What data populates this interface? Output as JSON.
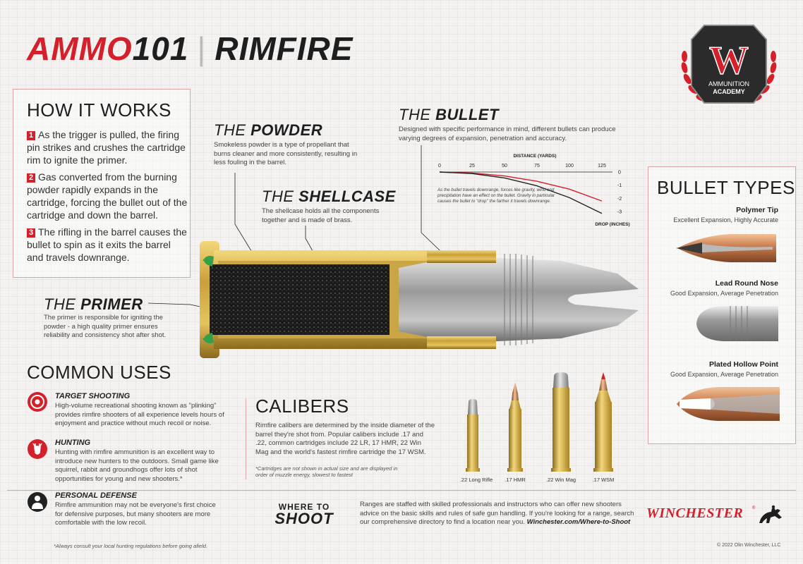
{
  "title": {
    "part1": "AMMO",
    "part2": "101",
    "sep": "|",
    "part3": "RIMFIRE"
  },
  "badge": {
    "letter": "W",
    "line1": "AMMUNITION",
    "line2": "ACADEMY"
  },
  "how_it_works": {
    "title": "HOW IT WORKS",
    "steps": [
      {
        "num": "1",
        "text": "As the trigger is pulled, the firing pin strikes and crushes the cartridge rim to ignite the primer."
      },
      {
        "num": "2",
        "text": "Gas converted from the burning powder rapidly expands in the cartridge, forcing the bullet out of the cartridge and down the barrel."
      },
      {
        "num": "3",
        "text": "The rifling in the barrel causes the bullet to spin as it exits the barrel and travels downrange."
      }
    ]
  },
  "parts": {
    "the_label": "THE",
    "powder": {
      "name": "POWDER",
      "desc": "Smokeless powder is a type of propellant that burns cleaner and more consistently, resulting in less fouling in the barrel."
    },
    "shellcase": {
      "name": "SHELLCASE",
      "desc": "The shellcase holds all the components together and is made of brass."
    },
    "bullet": {
      "name": "BULLET",
      "desc": "Designed with specific performance in mind, different bullets can produce varying degrees of expansion, penetration and accuracy."
    },
    "primer": {
      "name": "PRIMER",
      "desc": "The primer is responsible for igniting the powder - a high quality primer ensures reliability and consistency shot after shot."
    }
  },
  "chart_data": {
    "type": "line",
    "title": "",
    "xlabel": "DISTANCE (YARDS)",
    "ylabel": "DROP (INCHES)",
    "x_ticks": [
      0,
      25,
      50,
      75,
      100,
      125
    ],
    "y_ticks": [
      0,
      -1,
      -2,
      -3
    ],
    "xlim": [
      0,
      125
    ],
    "ylim": [
      -3,
      0
    ],
    "series": [
      {
        "x": [
          0,
          25,
          50,
          75,
          100,
          125
        ],
        "y": [
          0,
          -0.08,
          -0.3,
          -0.7,
          -1.3,
          -2.2
        ]
      },
      {
        "x": [
          0,
          25,
          50,
          75,
          100,
          125
        ],
        "y": [
          0,
          -0.12,
          -0.45,
          -1.05,
          -1.95,
          -3.15
        ]
      }
    ],
    "annotation": "As the bullet travels downrange, forces like gravity, wind and precipitation have an effect on the bullet. Gravity in particular causes the bullet to \"drop\" the farther it travels downrange.",
    "grid": false,
    "colors": [
      "#d4202a",
      "#222222"
    ]
  },
  "bullet_types": {
    "title": "BULLET TYPES",
    "items": [
      {
        "name": "Polymer Tip",
        "desc": "Excellent Expansion, Highly Accurate"
      },
      {
        "name": "Lead Round Nose",
        "desc": "Good Expansion, Average Penetration"
      },
      {
        "name": "Plated Hollow Point",
        "desc": "Good Expansion, Average Penetration"
      }
    ]
  },
  "common_uses": {
    "title": "COMMON USES",
    "items": [
      {
        "icon": "target-icon",
        "title": "TARGET SHOOTING",
        "desc": "High-volume recreational shooting known as \"plinking\" provides rimfire shooters of all experience levels hours of enjoyment and practice without much recoil or noise."
      },
      {
        "icon": "deer-icon",
        "title": "HUNTING",
        "desc": "Hunting with rimfire ammunition is an excellent way to introduce new hunters to the outdoors. Small game like squirrel, rabbit and groundhogs offer lots of shot opportunities for young and new shooters.*"
      },
      {
        "icon": "person-icon",
        "title": "PERSONAL DEFENSE",
        "desc": "Rimfire ammunition may not be everyone's first choice for defensive purposes, but many shooters are more comfortable with the low recoil."
      }
    ]
  },
  "calibers": {
    "title": "CALIBERS",
    "desc": "Rimfire calibers are determined by the inside diameter of the barrel they're shot from. Popular calibers include .17 and .22, common cartridges include 22 LR, 17 HMR, 22 Win Mag and the world's fastest rimfire cartridge the 17 WSM.",
    "note": "*Cartridges are not shown in actual size and are displayed in order of muzzle energy, slowest to fastest",
    "items": [
      ".22 Long Rifle",
      ".17 HMR",
      ".22 Win Mag",
      ".17 WSM"
    ]
  },
  "where_to_shoot": {
    "logo_line1": "WHERE TO",
    "logo_line2": "SHOOT",
    "desc": "Ranges are staffed with skilled professionals and instructors who can offer new shooters advice on the basic skills and rules of safe gun handling. If you're looking for a range, search our comprehensive directory to find a location near you.",
    "link": "Winchester.com/Where-to-Shoot"
  },
  "brand": {
    "name": "WINCHESTER",
    "mark": "®"
  },
  "footer": {
    "legal": "*Always consult your local hunting regulations before going afield.",
    "copyright": "© 2022 Olin Winchester, LLC"
  },
  "colors": {
    "accent": "#d4202a",
    "dark": "#1e1e1e",
    "brass": "#d6b046",
    "panel_border": "#d9a5a5"
  }
}
